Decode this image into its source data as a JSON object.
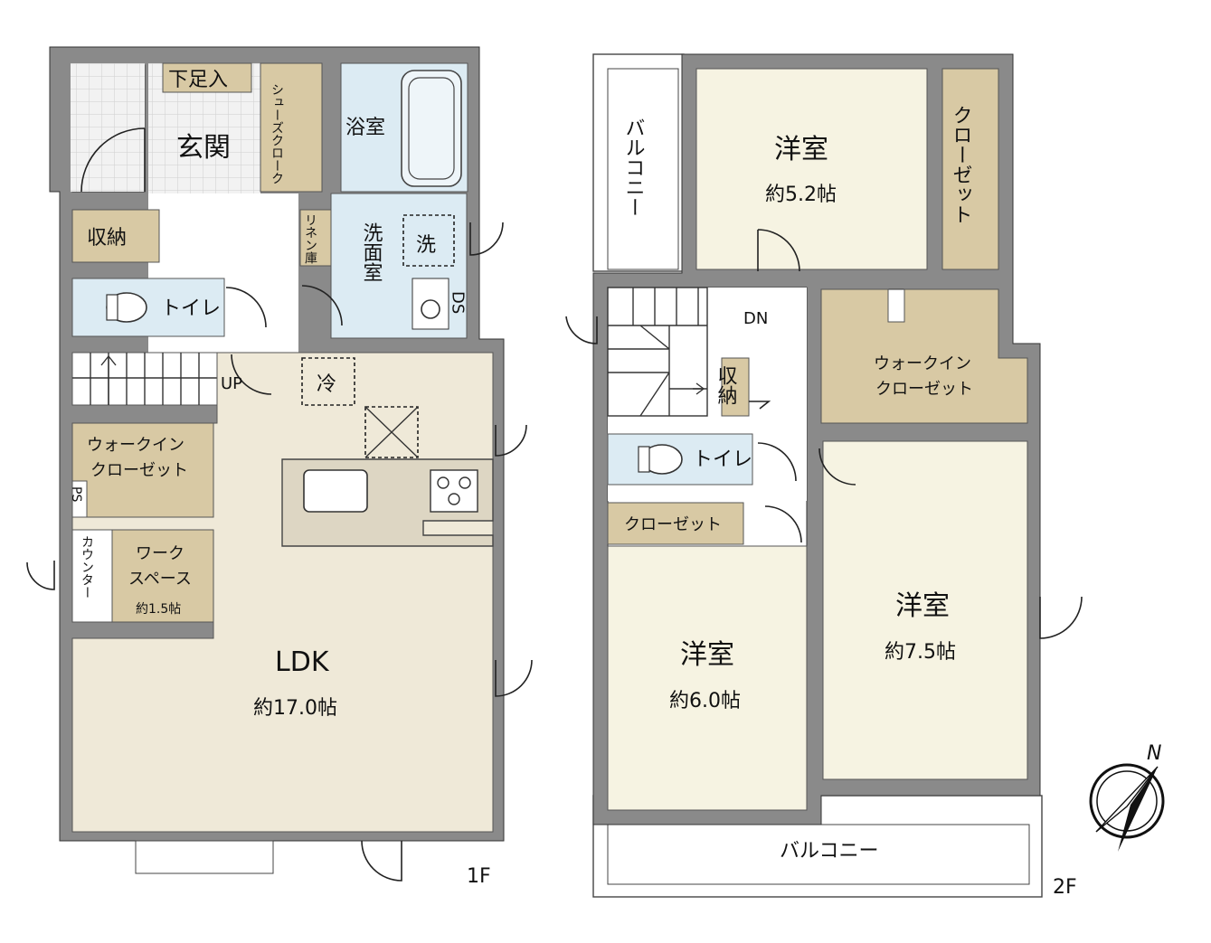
{
  "colors": {
    "ldk": "#efe9d8",
    "room": "#f6f3e2",
    "storage": "#d8c9a4",
    "water": "#dcebf3",
    "tile": "#f1f1f1",
    "wall": "#8a8a8a",
    "balcony": "#ffffff"
  },
  "floor1": {
    "label": "1F",
    "genkan": "玄関",
    "getabako": "下足入",
    "shoe_cloak": "シューズクローク",
    "storage": "収納",
    "toilet": "トイレ",
    "bath": "浴室",
    "linen": "リネン庫",
    "washroom": "洗面室",
    "wash": "洗",
    "ds": "DS",
    "fridge": "冷",
    "up": "UP",
    "wic": [
      "ウォークイン",
      "クローゼット"
    ],
    "ps": "PS",
    "counter": "カウンター",
    "work": [
      "ワーク",
      "スペース"
    ],
    "work_size": "約1.5帖",
    "ldk": "LDK",
    "ldk_size": "約17.0帖"
  },
  "floor2": {
    "label": "2F",
    "balcony_side": "バルコニー",
    "balcony_bottom": "バルコニー",
    "room1": "洋室",
    "room1_size": "約5.2帖",
    "closet_v": "クローゼット",
    "dn": "DN",
    "storage": "収納",
    "wic": [
      "ウォークイン",
      "クローゼット"
    ],
    "toilet": "トイレ",
    "closet_h": "クローゼット",
    "room2": "洋室",
    "room2_size": "約6.0帖",
    "room3": "洋室",
    "room3_size": "約7.5帖"
  },
  "compass": "N"
}
